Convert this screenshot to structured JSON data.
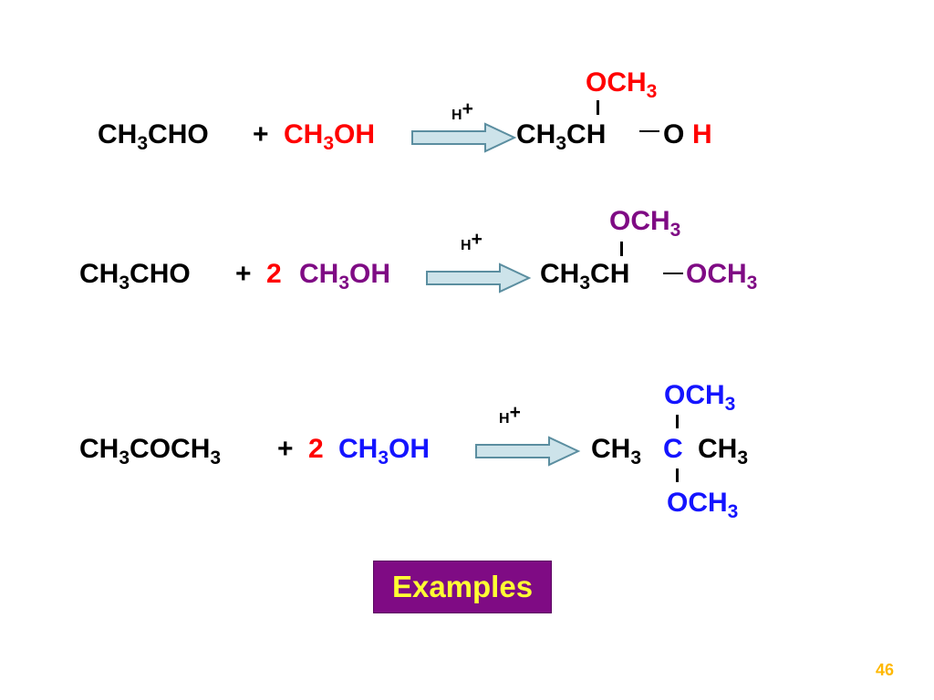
{
  "reaction1": {
    "reactant1": {
      "a": "CH",
      "s": "3",
      "b": "CHO"
    },
    "plus": "+",
    "reactant2": {
      "a": "CH",
      "s": "3",
      "b": "OH"
    },
    "catalyst": {
      "base": "H",
      "sup": "+"
    },
    "product_main": {
      "a": "CH",
      "s": "3",
      "b": "CH"
    },
    "product_right_o": "O",
    "product_right_h": "H",
    "product_top": {
      "a": "OCH",
      "s": "3"
    }
  },
  "reaction2": {
    "reactant1": {
      "a": "CH",
      "s": "3",
      "b": "CHO"
    },
    "plus": "+",
    "coef": "2",
    "reactant2": {
      "a": "CH",
      "s": "3",
      "b": "OH"
    },
    "catalyst": {
      "base": "H",
      "sup": "+"
    },
    "product_main": {
      "a": "CH",
      "s": "3",
      "b": "CH"
    },
    "product_right": {
      "a": "OCH",
      "s": "3"
    },
    "product_top": {
      "a": "OCH",
      "s": "3"
    }
  },
  "reaction3": {
    "reactant1": {
      "a": "CH",
      "s": "3",
      "b": "COCH",
      "s2": "3"
    },
    "plus": "+",
    "coef": "2",
    "reactant2": {
      "a": "CH",
      "s": "3",
      "b": "OH"
    },
    "catalyst": {
      "base": "H",
      "sup": "+"
    },
    "product_left": {
      "a": "CH",
      "s": "3"
    },
    "product_center": "C",
    "product_right": {
      "a": "CH",
      "s": "3"
    },
    "product_top": {
      "a": "OCH",
      "s": "3"
    },
    "product_bottom": {
      "a": "OCH",
      "s": "3"
    }
  },
  "label": "Examples",
  "page_number": "46",
  "colors": {
    "red": "#ff0000",
    "purple": "#7f0b84",
    "blue": "#1414ff",
    "black": "#000000",
    "arrow_fill": "#cde3ea",
    "arrow_stroke": "#5b8ea0",
    "label_bg": "#7f0b84",
    "label_text": "#ffff33",
    "page_number": "#ffb800"
  }
}
